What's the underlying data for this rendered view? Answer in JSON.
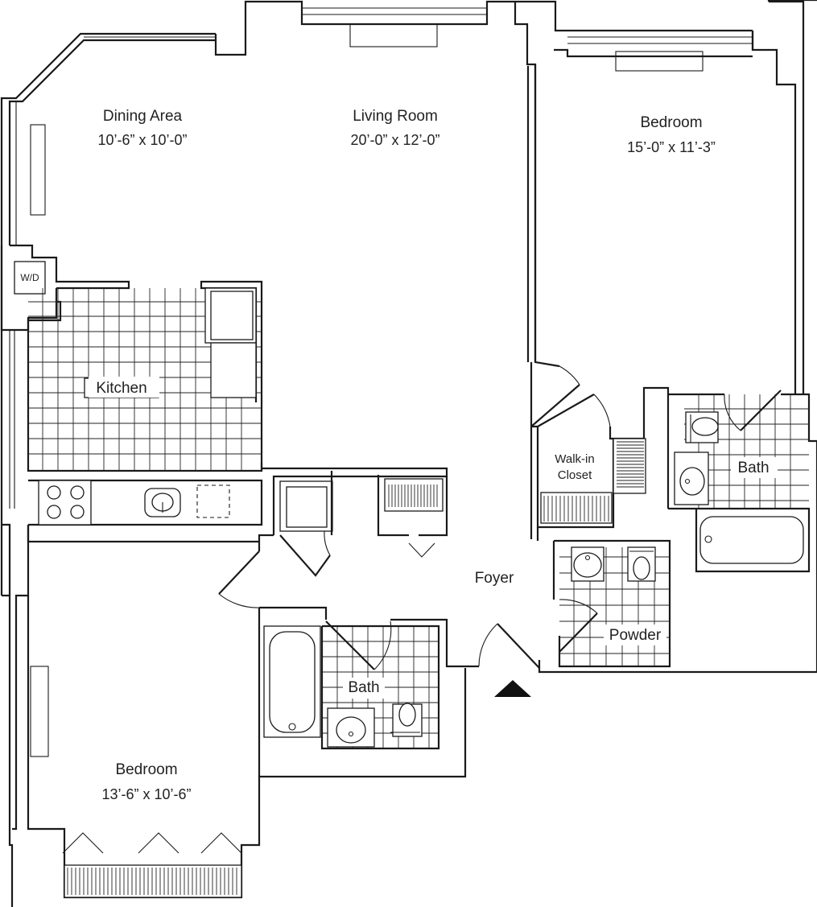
{
  "rooms": {
    "dining": {
      "name": "Dining Area",
      "dims": "10’-6” x 10’-0”"
    },
    "living": {
      "name": "Living Room",
      "dims": "20’-0” x 12’-0”"
    },
    "master_bedroom": {
      "name": "Bedroom",
      "dims": "15’-0” x 11’-3”"
    },
    "kitchen": {
      "name": "Kitchen"
    },
    "walk_in_closet": {
      "line1": "Walk-in",
      "line2": "Closet"
    },
    "master_bath": {
      "name": "Bath"
    },
    "foyer": {
      "name": "Foyer"
    },
    "powder": {
      "name": "Powder"
    },
    "hall_bath": {
      "name": "Bath"
    },
    "second_bedroom": {
      "name": "Bedroom",
      "dims": "13’-6” x 10’-6”"
    }
  },
  "fixtures": {
    "washer_dryer": "W/D"
  },
  "icons": {
    "entry_marker": "entry-arrow-icon"
  }
}
